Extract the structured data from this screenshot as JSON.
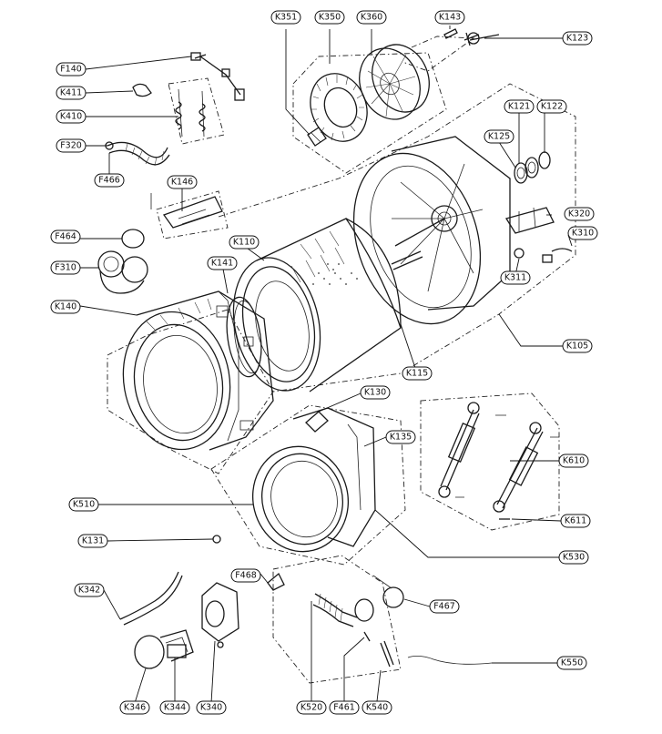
{
  "diagram": {
    "type": "exploded-parts-view",
    "labels": {
      "K351": "K351",
      "K350": "K350",
      "K360": "K360",
      "K143": "K143",
      "K123": "K123",
      "F140": "F140",
      "K411": "K411",
      "K410": "K410",
      "F320": "F320",
      "F466": "F466",
      "K146": "K146",
      "K121": "K121",
      "K122": "K122",
      "K125": "K125",
      "F464": "F464",
      "K110": "K110",
      "K320": "K320",
      "K310": "K310",
      "F310": "F310",
      "K141": "K141",
      "K311": "K311",
      "K140": "K140",
      "K105": "K105",
      "K115": "K115",
      "K130": "K130",
      "K135": "K135",
      "K610": "K610",
      "K510": "K510",
      "K611": "K611",
      "K131": "K131",
      "K530": "K530",
      "F468": "F468",
      "K342": "K342",
      "F467": "F467",
      "K550": "K550",
      "K346": "K346",
      "K344": "K344",
      "K340": "K340",
      "K520": "K520",
      "F461": "F461",
      "K540": "K540"
    }
  }
}
